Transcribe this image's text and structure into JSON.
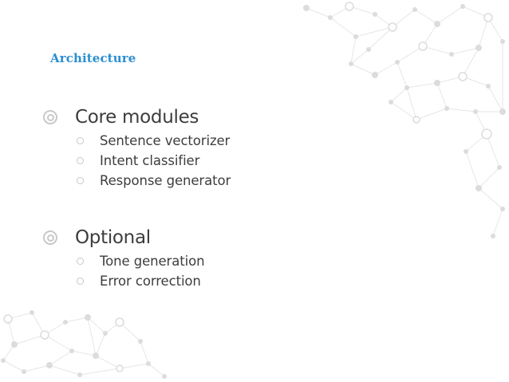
{
  "slide": {
    "title": "Architecture",
    "accent_color": "#2b8ed0",
    "text_color": "#3d3d3d",
    "bullet_color": "#c8c8c8",
    "sections": [
      {
        "heading": "Core modules",
        "items": [
          "Sentence vectorizer",
          "Intent classifier",
          "Response generator"
        ]
      },
      {
        "heading": "Optional",
        "items": [
          "Tone generation",
          "Error correction"
        ]
      }
    ]
  },
  "background": {
    "motif": "network-graph-decoration",
    "node_color": "#dcdcdc",
    "line_color": "#e6e6e6"
  }
}
